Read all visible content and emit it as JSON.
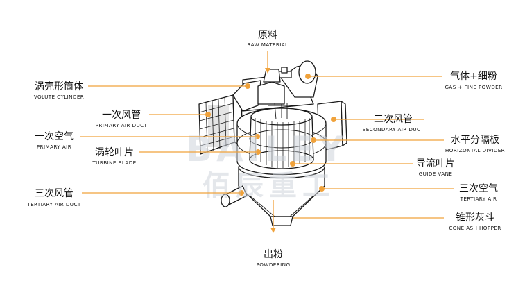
{
  "watermark": {
    "text_en": "BAILEY",
    "text_cn": "佰辰重工"
  },
  "labels": {
    "raw_material": {
      "cn": "原料",
      "en": "RAW MATERIAL"
    },
    "gas_fine_powder": {
      "cn": "气体+细粉",
      "en": "GAS + FINE POWDER"
    },
    "volute_cylinder": {
      "cn": "涡壳形筒体",
      "en": "VOLUTE CYLINDER"
    },
    "primary_air_duct": {
      "cn": "一次风管",
      "en": "PRIMARY AIR DUCT"
    },
    "secondary_air_duct": {
      "cn": "二次风管",
      "en": "SECONDARY AIR DUCT"
    },
    "primary_air": {
      "cn": "一次空气",
      "en": "PRIMARY AIR"
    },
    "horizontal_divider": {
      "cn": "水平分隔板",
      "en": "HORIZONTAL DIVIDER"
    },
    "turbine_blade": {
      "cn": "涡轮叶片",
      "en": "TURBINE BLADE"
    },
    "guide_vane": {
      "cn": "导流叶片",
      "en": "GUIDE VANE"
    },
    "tertiary_air": {
      "cn": "三次空气",
      "en": "TERTIARY AIR"
    },
    "tertiary_air_duct": {
      "cn": "三次风管",
      "en": "TERTIARY AIR DUCT"
    },
    "cone_ash_hopper": {
      "cn": "锥形灰斗",
      "en": "CONE ASH HOPPER"
    },
    "powdering": {
      "cn": "出粉",
      "en": "POWDERING"
    }
  },
  "colors": {
    "leader": "#f0a23b",
    "outline": "#1a1a1a",
    "watermark": "#cfd4dc"
  }
}
